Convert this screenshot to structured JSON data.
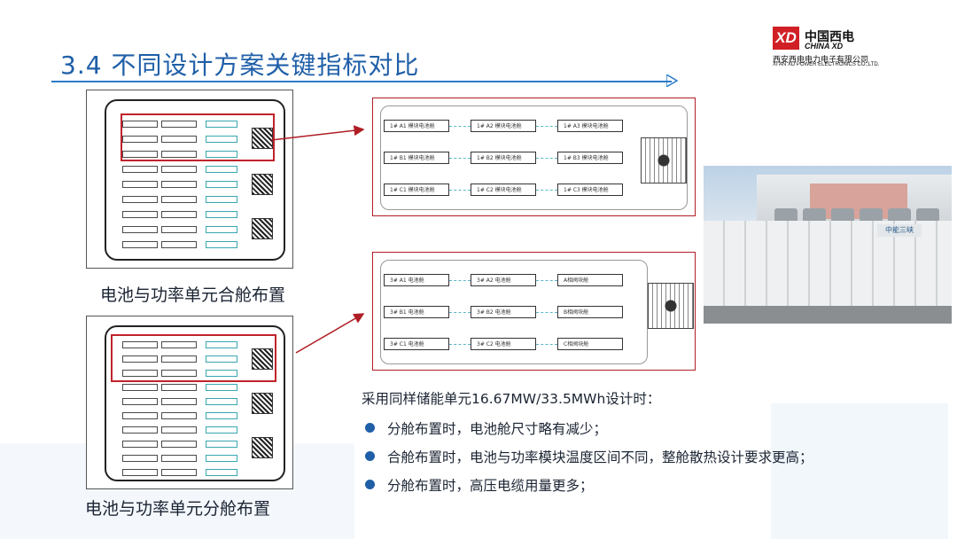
{
  "header": {
    "title": "3.4 不同设计方案关键指标对比"
  },
  "logo": {
    "mark": "XD",
    "name_cn": "中国西电",
    "name_en": "CHINA XD",
    "company_cn": "西安西电电力电子有限公司",
    "company_en": "XI'AN XD POWER ELECTRONICS CO.,LTD."
  },
  "diagrams": {
    "combined": {
      "caption": "电池与功率单元合舱布置",
      "zoom_modules": [
        "1# A1 模块电池舱",
        "1# A2 模块电池舱",
        "1# A3 模块电池舱",
        "1# B1 模块电池舱",
        "1# B2 模块电池舱",
        "1# B3 模块电池舱",
        "1# C1 模块电池舱",
        "1# C2 模块电池舱",
        "1# C3 模块电池舱"
      ]
    },
    "separate": {
      "caption": "电池与功率单元分舱布置",
      "zoom_modules": [
        "3# A1 电池舱",
        "3# A2 电池舱",
        "A相阀块舱",
        "3# B1 电池舱",
        "3# B2 电池舱",
        "B相阀块舱",
        "3# C1 电池舱",
        "3# C2 电池舱",
        "C相阀块舱"
      ]
    }
  },
  "photo": {
    "brand": "中能三峡"
  },
  "notes": {
    "intro": "采用同样储能单元16.67MW/33.5MWh设计时：",
    "bullets": [
      "分舱布置时，电池舱尺寸略有减少；",
      "合舱布置时，电池与功率模块温度区间不同，整舱散热设计要求更高；",
      "分舱布置时，高压电缆用量更多；"
    ]
  },
  "colors": {
    "title": "#1f5fa8",
    "accent_red": "#c0232b",
    "bullet_dot": "#1f5fa8"
  }
}
